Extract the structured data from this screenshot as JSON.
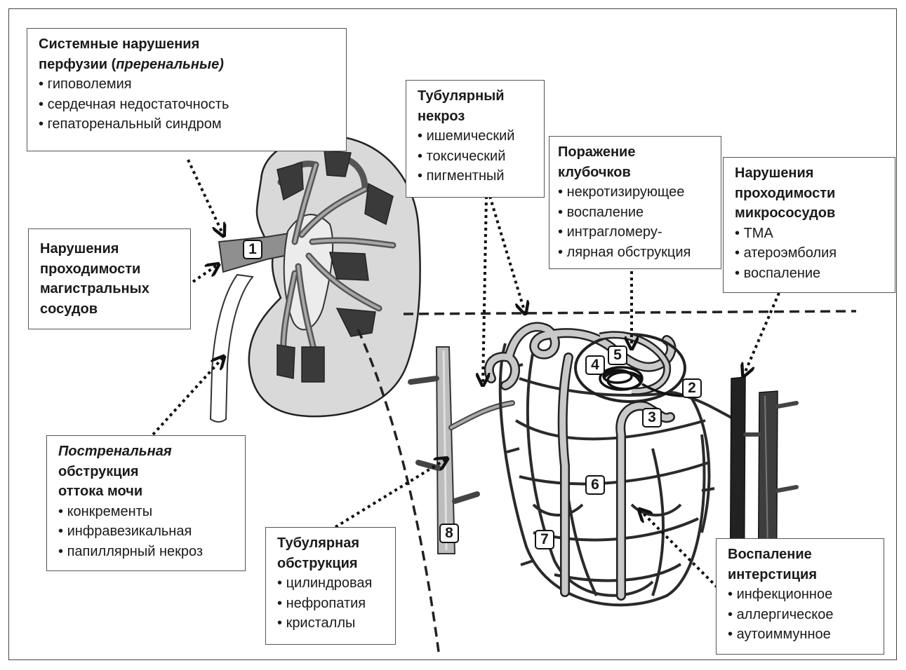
{
  "boxes": {
    "prerenal": {
      "title_line1": "Системные нарушения",
      "title_line2_plain": "перфузии (",
      "title_line2_italic": "преренальные)",
      "items": [
        "гиповолемия",
        "сердечная недостаточность",
        "гепаторенальный синдром"
      ]
    },
    "major_vessels": {
      "title_lines": [
        "Нарушения",
        "проходимости",
        "магистральных",
        "сосудов"
      ]
    },
    "postrenal": {
      "title_italic": "Постренальная",
      "title_lines": [
        "обструкция",
        "оттока мочи"
      ],
      "items": [
        "конкременты",
        "инфравезикальная",
        "папиллярный некроз"
      ]
    },
    "tubular_obstruction": {
      "title_lines": [
        "Тубулярная",
        "обструкция"
      ],
      "item1_line1": "цилиндровая",
      "item1_line2": "нефропатия",
      "item2": "кристаллы"
    },
    "tubular_necrosis": {
      "title_lines": [
        "Тубулярный",
        "некроз"
      ],
      "items": [
        "ишемический",
        "токсический",
        "пигментный"
      ]
    },
    "glomerular": {
      "title_lines": [
        "Поражение",
        "клубочков"
      ],
      "item1_line1": "некротизирующее",
      "item1_line2": "воспаление",
      "item2_line1": "интрагломеру-",
      "item2_line2": "лярная обструкция"
    },
    "microvessels": {
      "title_lines": [
        "Нарушения",
        "проходимости",
        "микрососудов"
      ],
      "items": [
        "ТМА",
        "атероэмболия",
        "воспаление"
      ]
    },
    "interstitium": {
      "title_lines": [
        "Воспаление",
        "интерстиция"
      ],
      "items": [
        "инфекционное",
        "аллергическое",
        "аутоиммунное"
      ]
    }
  },
  "markers": [
    "1",
    "2",
    "3",
    "4",
    "5",
    "6",
    "7",
    "8"
  ],
  "colors": {
    "kidney_fill": "#d9d9d9",
    "pyramid": "#3a3a3a",
    "vessel_gray": "#9a9a9a",
    "arrow": "#1a1a1a",
    "border": "#555555"
  }
}
